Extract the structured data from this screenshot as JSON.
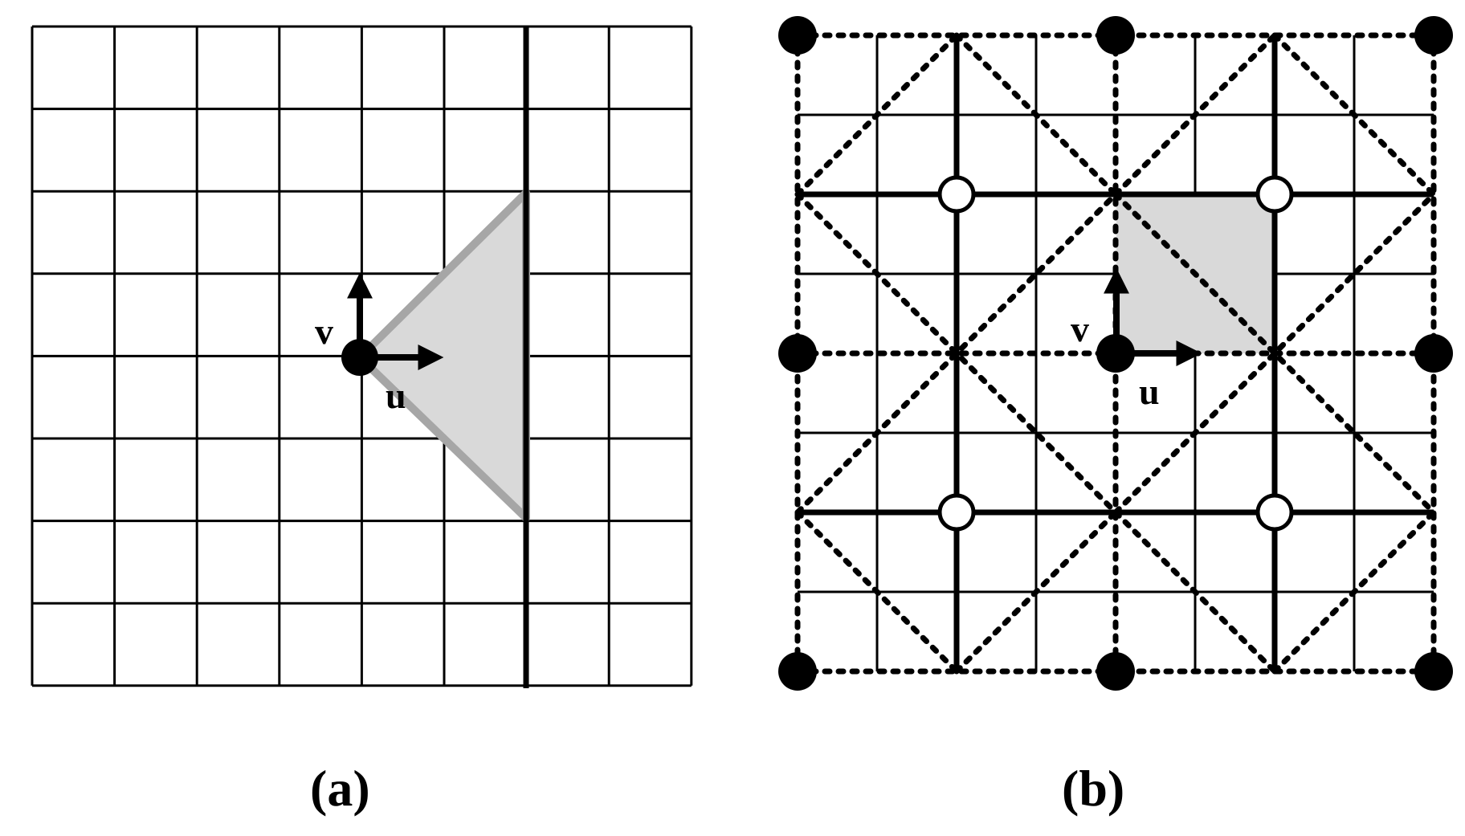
{
  "panels": [
    {
      "id": "a",
      "label": "(a)",
      "vector_labels": {
        "u": "u",
        "v": "v"
      }
    },
    {
      "id": "b",
      "label": "(b)",
      "vector_labels": {
        "u": "u",
        "v": "v"
      }
    }
  ],
  "colors": {
    "ink": "#000000",
    "shade_fill": "#d9d9d9",
    "shade_edge": "#a6a6a6",
    "background": "#ffffff"
  }
}
